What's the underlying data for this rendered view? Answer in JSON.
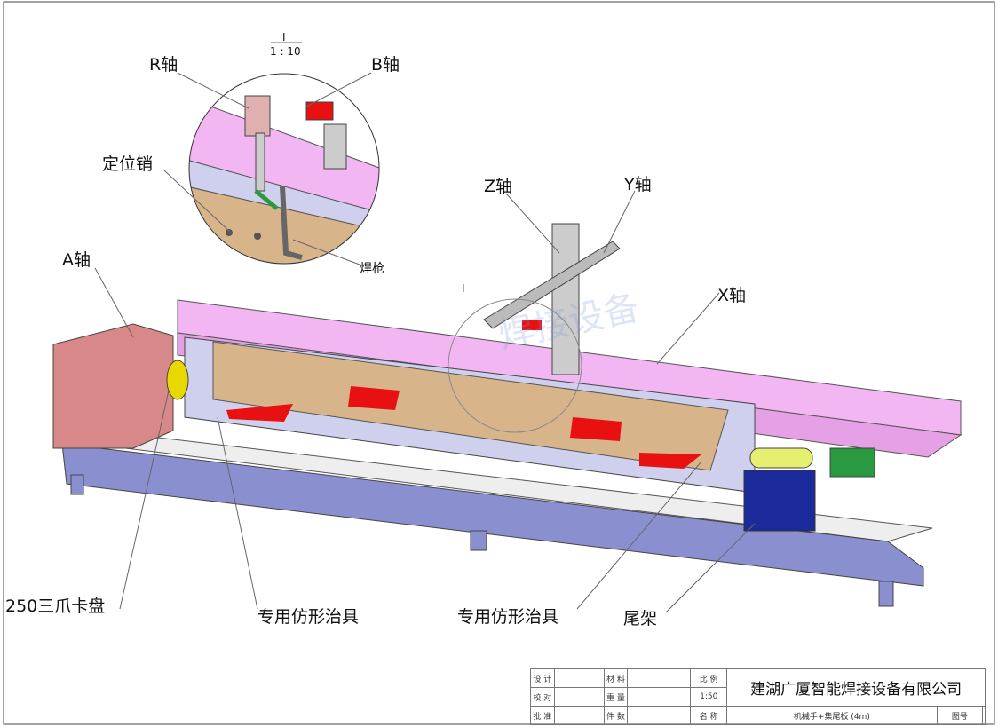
{
  "detail": {
    "ref": "I",
    "scale": "1 : 10",
    "ref2": "I"
  },
  "labels": {
    "r_axis": "R轴",
    "b_axis": "B轴",
    "locating_pin": "定位销",
    "torch": "焊枪",
    "a_axis": "A轴",
    "z_axis": "Z轴",
    "y_axis": "Y轴",
    "x_axis": "X轴",
    "chuck": "250三爪卡盘",
    "fixture1": "专用仿形治具",
    "fixture2": "专用仿形治具",
    "tailstock": "尾架"
  },
  "watermark": "焊接设备",
  "title_block": {
    "design": "设 计",
    "check": "校 对",
    "approve": "批 准",
    "material": "材 料",
    "weight": "重 量",
    "quantity": "件 数",
    "scale_label": "比 例",
    "scale": "1:50",
    "name_label": "名 称",
    "name": "机械手+集尾板 (4m)",
    "drawing_no": "图号",
    "company": "建湖广厦智能焊接设备有限公司"
  }
}
